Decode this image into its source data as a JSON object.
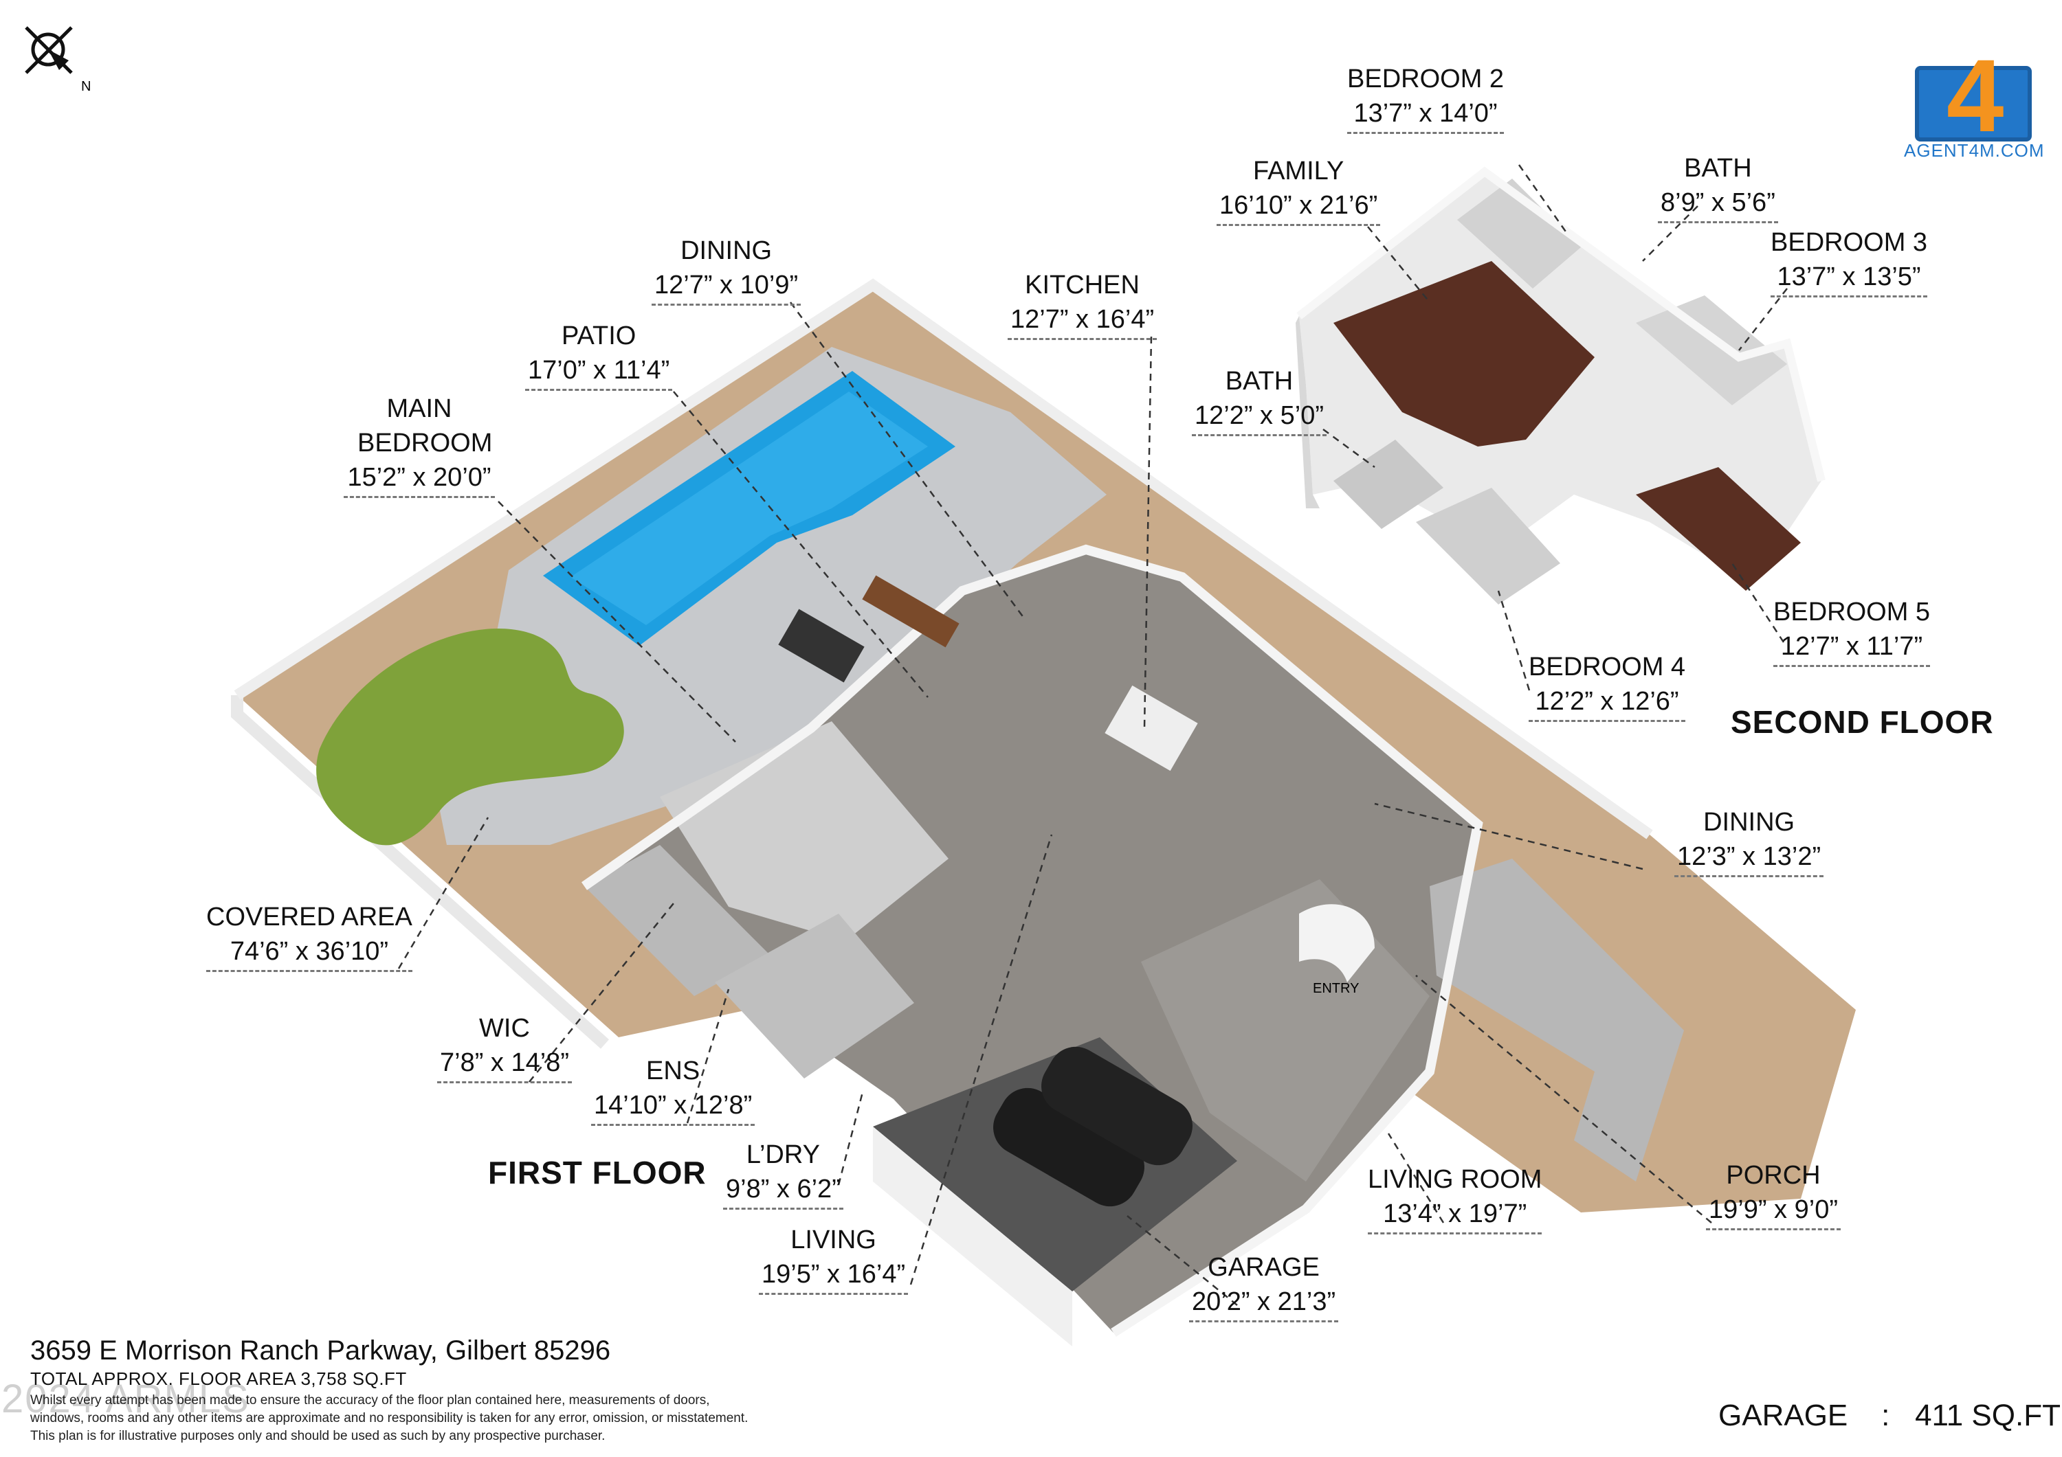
{
  "compass": {
    "label": "N"
  },
  "logo": {
    "number": "4",
    "text": "AGENT4M.COM"
  },
  "floors": {
    "first": "FIRST FLOOR",
    "second": "SECOND FLOOR"
  },
  "rooms": [
    {
      "id": "dining-first",
      "name": "DINING",
      "dims": "12’7” x 10’9”"
    },
    {
      "id": "kitchen",
      "name": "KITCHEN",
      "dims": "12’7” x 16’4”"
    },
    {
      "id": "patio",
      "name": "PATIO",
      "dims": "17’0” x 11’4”"
    },
    {
      "id": "main-bedroom",
      "name": "MAIN BEDROOM",
      "dims": "15’2” x 20’0”"
    },
    {
      "id": "covered-area",
      "name": "COVERED AREA",
      "dims": "74’6” x 36’10”"
    },
    {
      "id": "wic",
      "name": "WIC",
      "dims": "7’8” x 14’8”"
    },
    {
      "id": "ens",
      "name": "ENS",
      "dims": "14’10” x 12’8”"
    },
    {
      "id": "laundry",
      "name": "L’DRY",
      "dims": "9’8” x 6’2”"
    },
    {
      "id": "living",
      "name": "LIVING",
      "dims": "19’5” x 16’4”"
    },
    {
      "id": "garage",
      "name": "GARAGE",
      "dims": "20’2” x 21’3”"
    },
    {
      "id": "living-room",
      "name": "LIVING ROOM",
      "dims": "13’4” x 19’7”"
    },
    {
      "id": "porch",
      "name": "PORCH",
      "dims": "19’9” x 9’0”"
    },
    {
      "id": "dining-second",
      "name": "DINING",
      "dims": "12’3” x 13’2”"
    },
    {
      "id": "bedroom-2",
      "name": "BEDROOM 2",
      "dims": "13’7” x 14’0”"
    },
    {
      "id": "family",
      "name": "FAMILY",
      "dims": "16’10” x 21’6”"
    },
    {
      "id": "bath-upper",
      "name": "BATH",
      "dims": "8’9” x 5’6”"
    },
    {
      "id": "bedroom-3",
      "name": "BEDROOM 3",
      "dims": "13’7” x 13’5”"
    },
    {
      "id": "bath-second",
      "name": "BATH",
      "dims": "12’2” x 5’0”"
    },
    {
      "id": "bedroom-5",
      "name": "BEDROOM 5",
      "dims": "12’7” x 11’7”"
    },
    {
      "id": "bedroom-4",
      "name": "BEDROOM 4",
      "dims": "12’2” x 12’6”"
    }
  ],
  "entry_label": "ENTRY",
  "footer": {
    "address": "3659 E Morrison Ranch Parkway, Gilbert 85296",
    "floor_area": "TOTAL APPROX. FLOOR AREA 3,758 SQ.FT",
    "disclaimer_1": "Whilst every attempt has been made to ensure the accuracy of the floor plan contained here, measurements of doors,",
    "disclaimer_2": "windows, rooms and any other items are approximate and no responsibility is taken for any error, omission, or misstatement.",
    "disclaimer_3": "This plan is for illustrative purposes only and should be used as such by any prospective purchaser.",
    "watermark": "2024 ARMLS",
    "garage_total": "GARAGE    :   411 SQ.FT"
  },
  "colors": {
    "gravel": "#c9ab8a",
    "grass": "#7fa23a",
    "pool": "#1e9fe0",
    "concrete": "#c7c9cc",
    "floor_tile": "#8f8b86",
    "wood": "#5a2f22",
    "wall": "#f2f2f2",
    "garage_floor": "#555555"
  }
}
